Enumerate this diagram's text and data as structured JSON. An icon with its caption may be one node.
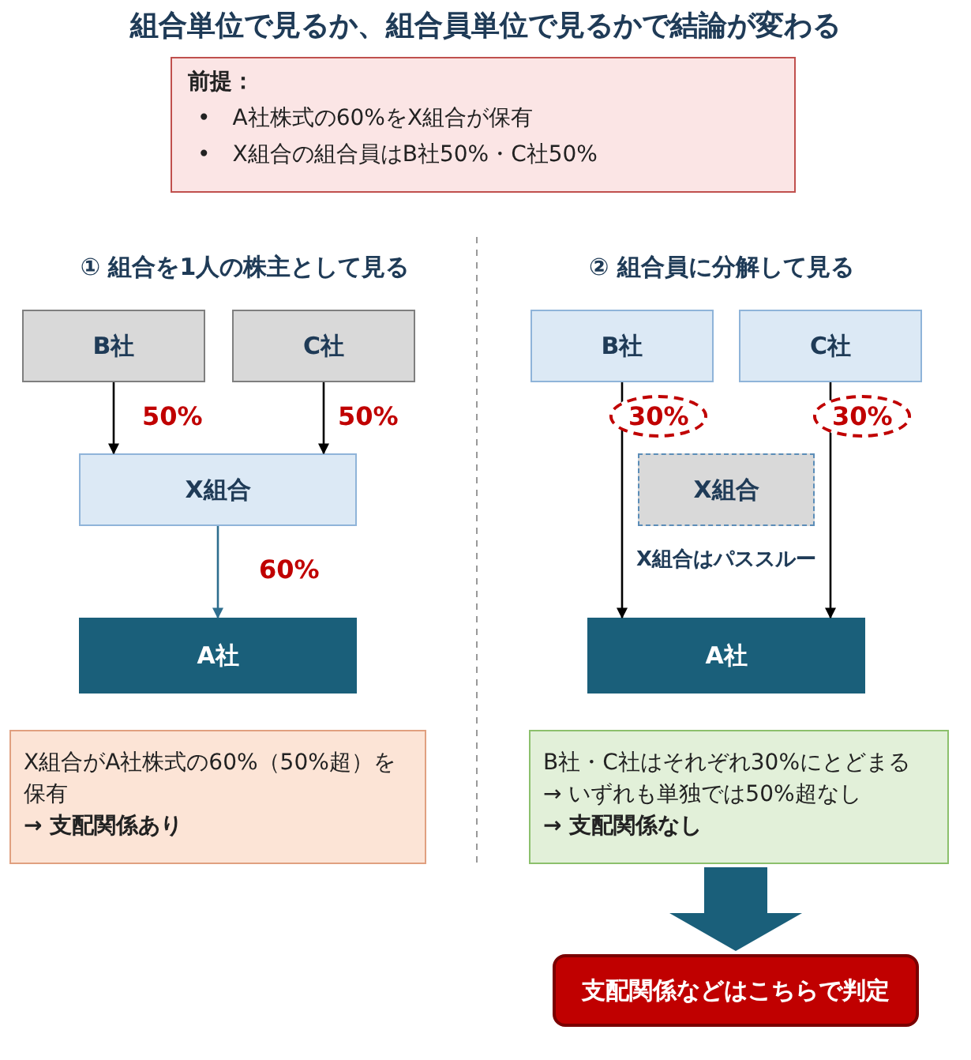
{
  "diagram": {
    "title": "組合単位で見るか、組合員単位で見るかで結論が変わる",
    "nodes": [
      {
        "text": [
          "前提：",
          "•　A社株式の60%をX組合が保有",
          "•　X組合の組合員はB社50%・C社50%"
        ]
      },
      {
        "text": [
          "B社"
        ]
      },
      {
        "text": [
          "C社"
        ]
      },
      {
        "text": [
          "X組合"
        ]
      },
      {
        "text": [
          "A社"
        ]
      },
      {
        "text": [
          "X組合がA社株式の60%（50%超）を保有",
          "→ 支配関係あり"
        ]
      },
      {
        "text": [
          "B社"
        ]
      },
      {
        "text": [
          "C社"
        ]
      },
      {
        "text": [
          "X組合"
        ]
      },
      {
        "text": [
          "A社"
        ]
      },
      {
        "text": [
          "B社・C社はそれぞれ30%にとどまる",
          "→ いずれも単独では50%超なし",
          "→ 支配関係なし"
        ]
      },
      {
        "text": [
          "支配関係などはこちらで判定"
        ]
      }
    ],
    "edges": [
      {
        "from": 1,
        "to": 3,
        "arrow": "to",
        "label": "50%"
      },
      {
        "from": 2,
        "to": 3,
        "arrow": "to",
        "label": "50%"
      },
      {
        "from": 3,
        "to": 4,
        "arrow": "to",
        "label": "60%",
        "color": "#2e6e8e"
      },
      {
        "from": 6,
        "to": 9,
        "arrow": "to",
        "label": "30%"
      },
      {
        "from": 7,
        "to": 9,
        "arrow": "to",
        "label": "30%"
      },
      {
        "from": 10,
        "to": 11,
        "arrow": "to",
        "style": "thick",
        "color": "#1a5f7a"
      }
    ],
    "labels": [
      "① 組合を1人の株主として見る",
      "② 組合員に分解して見る",
      "X組合はパススルー"
    ]
  }
}
